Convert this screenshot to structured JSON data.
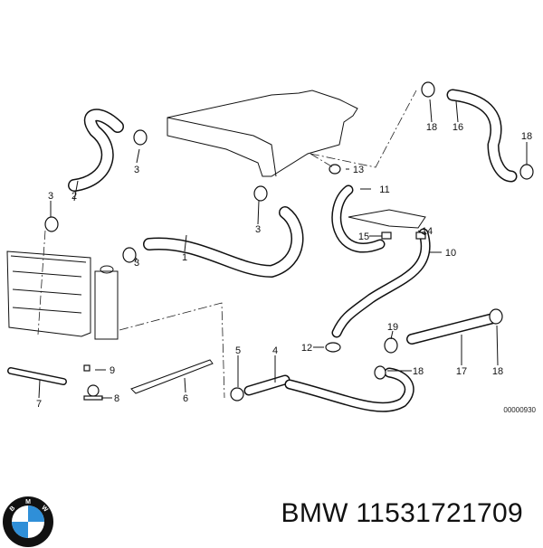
{
  "diagram": {
    "callouts": [
      "18",
      "16",
      "18",
      "3",
      "13",
      "11",
      "3",
      "2",
      "14",
      "15",
      "3",
      "10",
      "3",
      "1",
      "19",
      "5",
      "4",
      "12",
      "18",
      "17",
      "18",
      "9",
      "8",
      "7",
      "6"
    ],
    "drawing_code": "00000930"
  },
  "footer": {
    "brand_logo": "BMW",
    "part_number": "BMW 11531721709"
  },
  "colors": {
    "logo_blue": "#2f8fd8",
    "logo_ring": "#111111"
  }
}
